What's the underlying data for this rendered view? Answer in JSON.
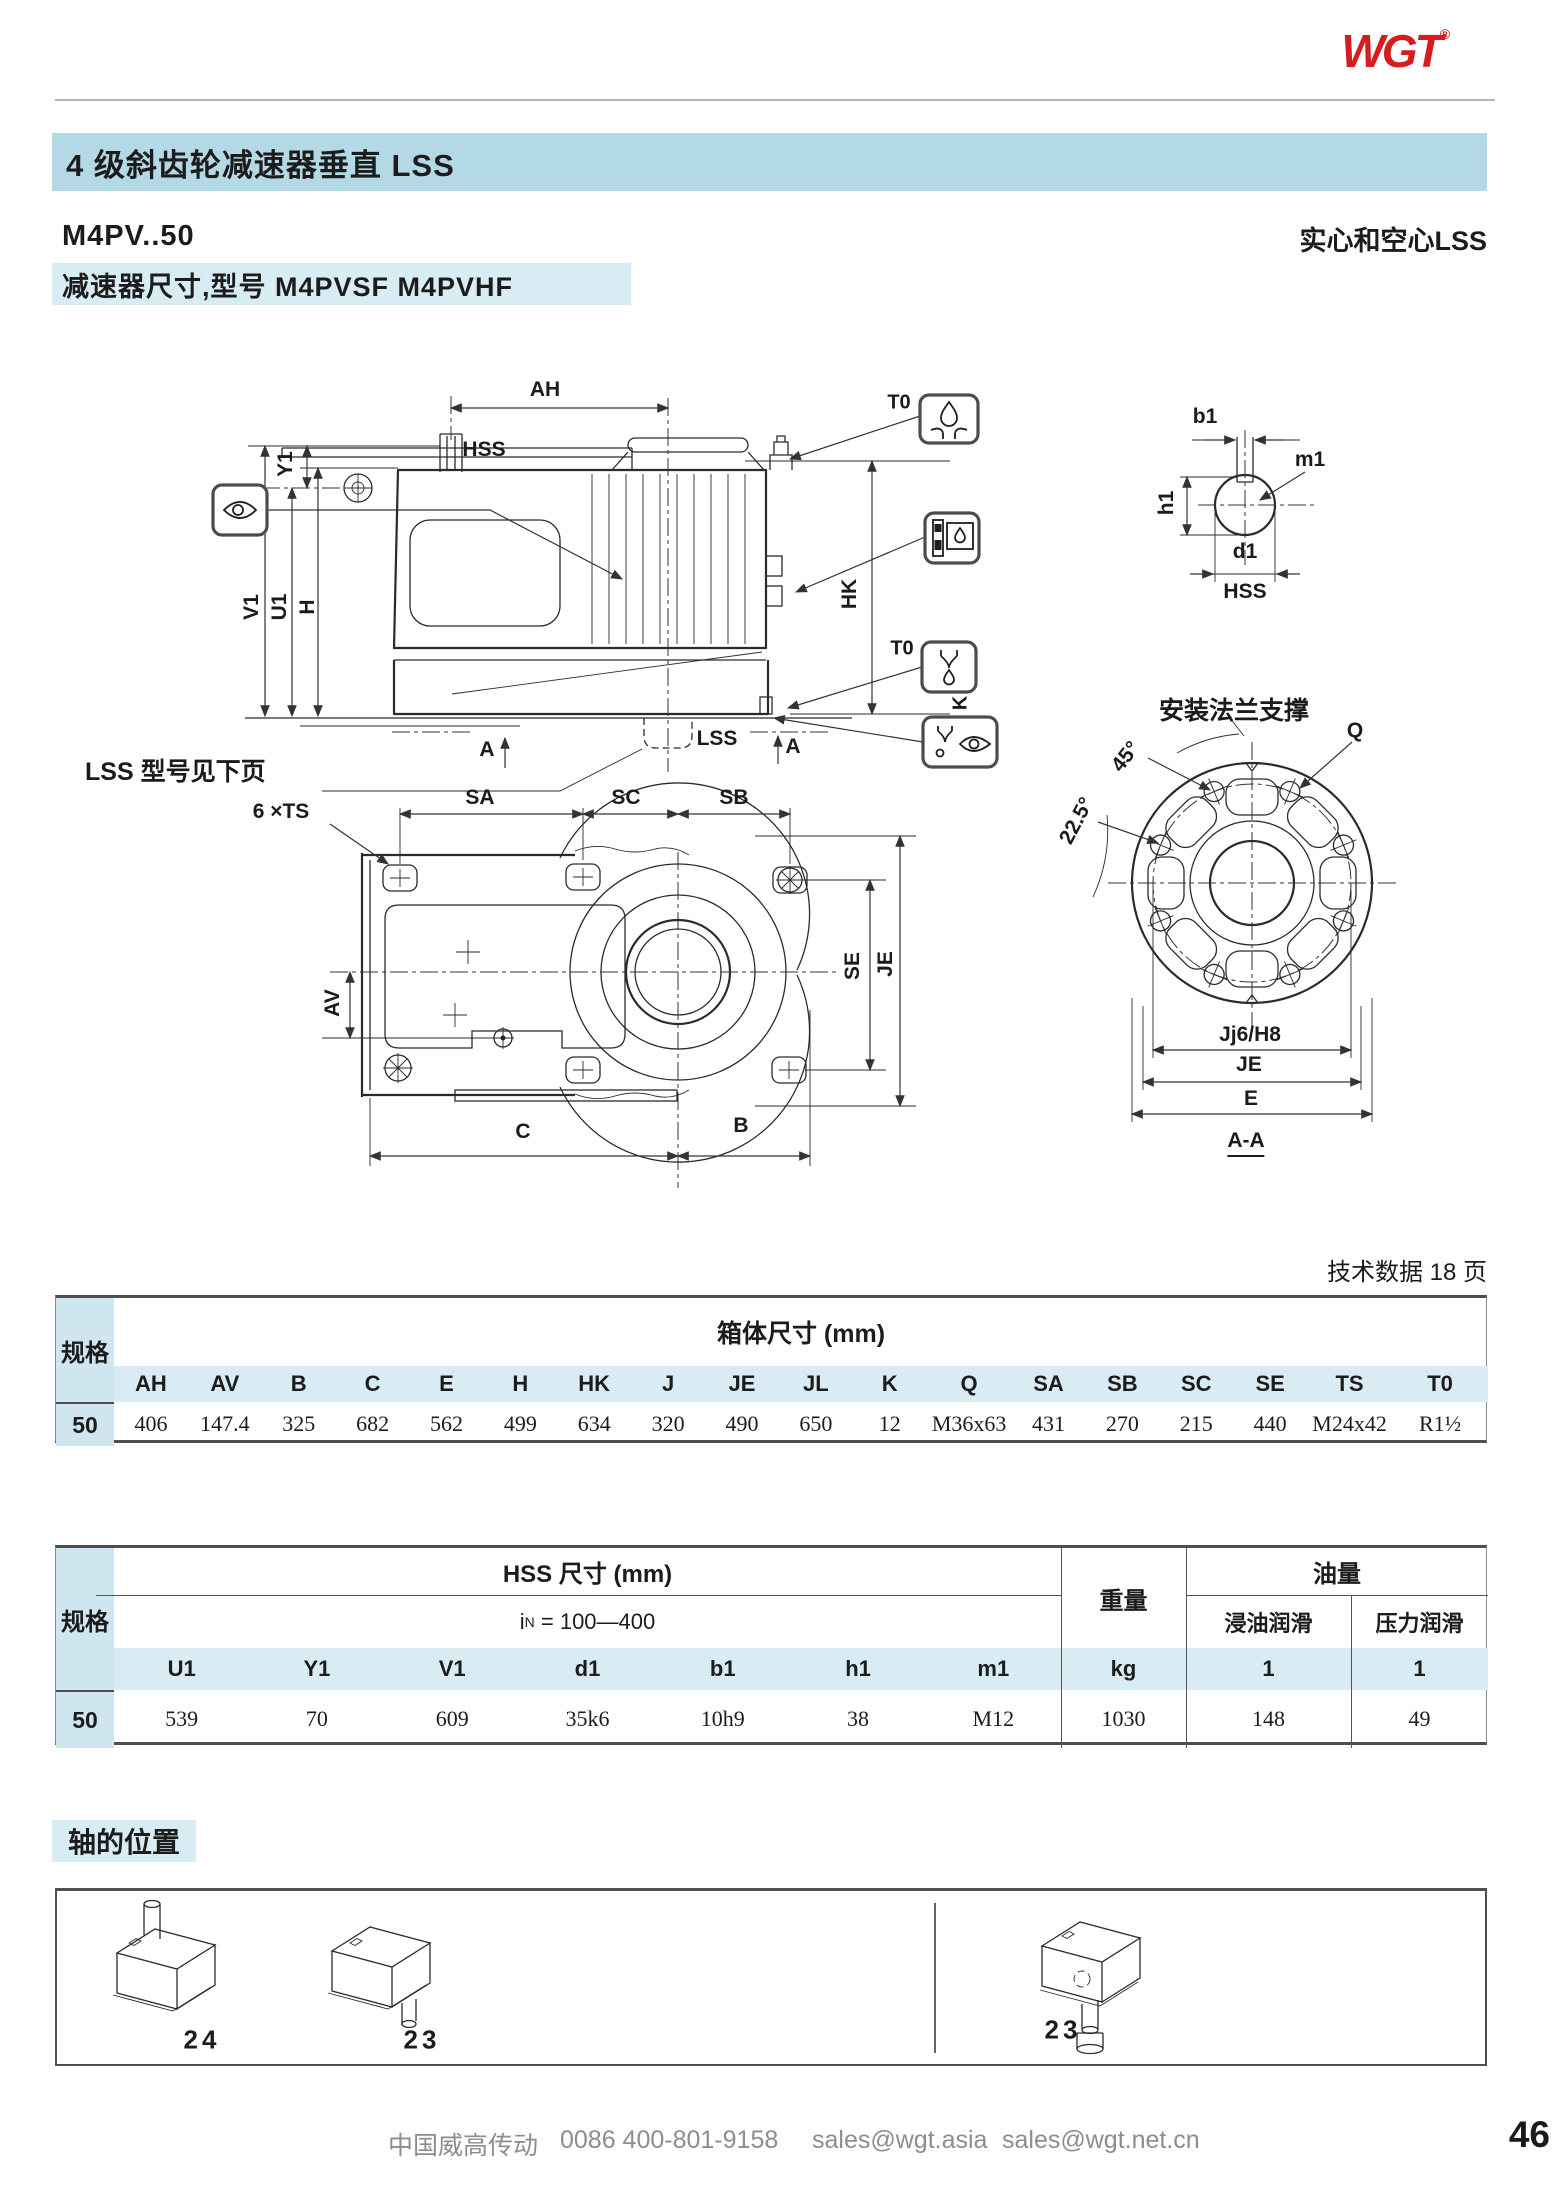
{
  "brand": {
    "logo": "WGT",
    "registered": "®"
  },
  "header": {
    "section_title": "4 级斜齿轮减速器垂直 LSS",
    "model": "M4PV..50",
    "right_note": "实心和空心LSS",
    "subtitle": "减速器尺寸,型号 M4PVSF  M4PVHF"
  },
  "drawing": {
    "side": {
      "ah": "AH",
      "hss": "HSS",
      "y1": "Y1",
      "v1": "V1",
      "u1": "U1",
      "h": "H",
      "hk": "HK",
      "t0_top": "T0",
      "t0_bottom": "T0",
      "k": "K",
      "lss": "LSS",
      "a_left": "A",
      "a_right": "A",
      "lss_note": "LSS 型号见下页"
    },
    "top": {
      "ts": "6 ×TS",
      "sa": "SA",
      "sc": "SC",
      "sb": "SB",
      "av": "AV",
      "se": "SE",
      "je": "JE",
      "c": "C",
      "b": "B"
    },
    "hss_detail": {
      "b1": "b1",
      "m1": "m1",
      "h1": "h1",
      "d1": "d1",
      "hss": "HSS"
    },
    "flange": {
      "title": "安装法兰支撑",
      "q": "Q",
      "a45": "45°",
      "a225": "22.5°",
      "fit": "Jj6/H8",
      "je": "JE",
      "e": "E",
      "section": "A-A"
    }
  },
  "tech_note": "技术数据 18 页",
  "table1": {
    "spec_label": "规格",
    "group_header": "箱体尺寸 (mm)",
    "columns": [
      "AH",
      "AV",
      "B",
      "C",
      "E",
      "H",
      "HK",
      "J",
      "JE",
      "JL",
      "K",
      "Q",
      "SA",
      "SB",
      "SC",
      "SE",
      "TS",
      "T0"
    ],
    "rows": [
      {
        "spec": "50",
        "values": [
          "406",
          "147.4",
          "325",
          "682",
          "562",
          "499",
          "634",
          "320",
          "490",
          "650",
          "12",
          "M36x63",
          "431",
          "270",
          "215",
          "440",
          "M24x42",
          "R1½"
        ]
      }
    ]
  },
  "table2": {
    "spec_label": "规格",
    "hss_header": "HSS 尺寸 (mm)",
    "ratio_prefix": "i",
    "ratio_sub": "N",
    "ratio_rest": " = 100—400",
    "weight_header": "重量",
    "weight_unit": "kg",
    "oil_header": "油量",
    "oil_cols": [
      "浸油润滑",
      "压力润滑"
    ],
    "oil_units": [
      "1",
      "1"
    ],
    "columns": [
      "U1",
      "Y1",
      "V1",
      "d1",
      "b1",
      "h1",
      "m1"
    ],
    "rows": [
      {
        "spec": "50",
        "values": [
          "539",
          "70",
          "609",
          "35k6",
          "10h9",
          "38",
          "M12"
        ],
        "weight": "1030",
        "oil": [
          "148",
          "49"
        ]
      }
    ]
  },
  "shaft_section": {
    "title": "轴的位置",
    "items": [
      "24",
      "23",
      "23"
    ]
  },
  "footer": {
    "company": "中国威高传动",
    "phone": "0086 400-801-9158",
    "email1": "sales@wgt.asia",
    "email2": "sales@wgt.net.cn",
    "page": "46"
  }
}
